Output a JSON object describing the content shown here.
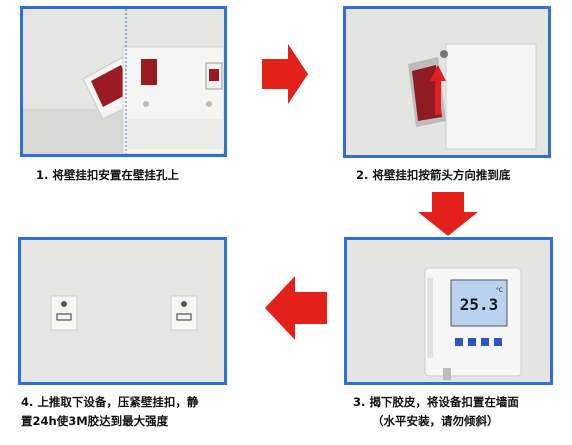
{
  "steps": [
    {
      "number": "1.",
      "caption": "1. 将壁挂扣安置在壁挂孔上"
    },
    {
      "number": "2.",
      "caption": "2. 将壁挂扣按箭头方向推到底"
    },
    {
      "number": "3.",
      "caption_line1": "3. 揭下胶皮，将设备扣置在墙面",
      "caption_line2": "（水平安装，请勿倾斜）"
    },
    {
      "number": "4.",
      "caption_line1": "4. 上推取下设备，压紧壁挂扣，静",
      "caption_line2": "置24h使3M胶达到最大强度"
    }
  ],
  "device": {
    "display_reading": "25.3",
    "display_unit": "°C"
  },
  "colors": {
    "panel_border": "#2f6fd6",
    "arrow_red": "#e3211b",
    "adhesive_red": "#9a1b22"
  }
}
